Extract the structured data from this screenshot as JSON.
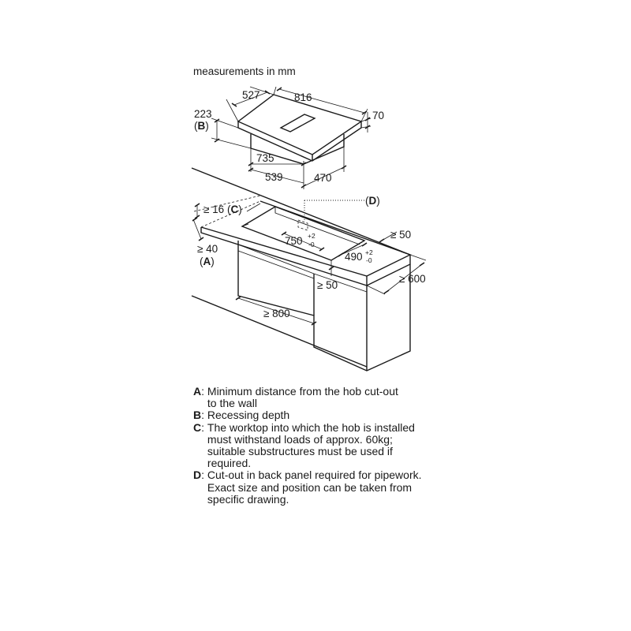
{
  "title": "measurements in mm",
  "hob_dimensions": {
    "depth_top": "527",
    "width_top": "816",
    "recess_depth": "223",
    "recess_label": "B",
    "height": "70",
    "body_width": "735",
    "body_width_lower": "539",
    "body_depth": "470"
  },
  "installation": {
    "back_cutout_label": "D",
    "worktop_thickness_min": "≥ 16",
    "worktop_label": "C",
    "cutout_width": "750",
    "cutout_width_tol_upper": "+2",
    "cutout_width_tol_lower": "-0",
    "cutout_depth": "490",
    "cutout_depth_tol_upper": "+2",
    "cutout_depth_tol_lower": "-0",
    "side_distance_min": "≥ 50",
    "front_distance_min": "≥ 50",
    "worktop_depth_min": "≥ 600",
    "wall_distance_min": "≥ 40",
    "wall_distance_label": "A",
    "cabinet_width_min": "≥ 800"
  },
  "legend": [
    {
      "key": "A",
      "text": "Minimum distance from the hob cut-out\nto the wall"
    },
    {
      "key": "B",
      "text": "Recessing depth"
    },
    {
      "key": "C",
      "text": "The worktop into which the hob is installed\nmust withstand loads of approx. 60kg;\nsuitable substructures must be used if\nrequired."
    },
    {
      "key": "D",
      "text": "Cut-out in back panel required for pipework.\nExact size and position can be taken from\nspecific drawing."
    }
  ]
}
